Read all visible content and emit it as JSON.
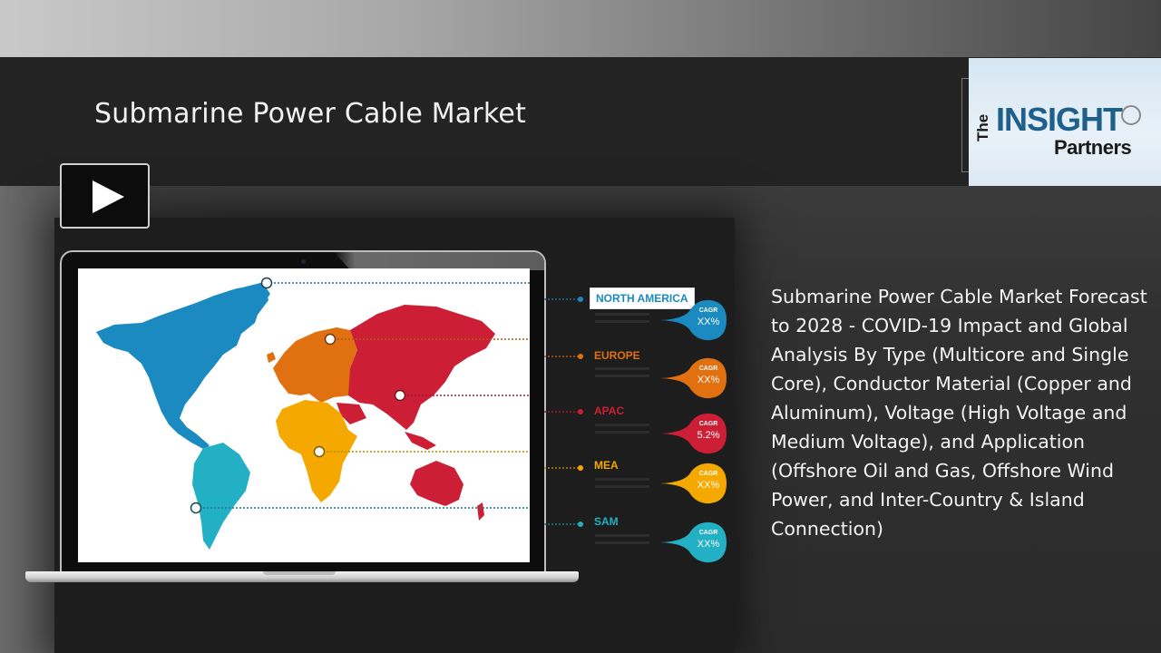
{
  "slide": {
    "title": "Submarine Power Cable Market",
    "description": "Submarine Power Cable Market Forecast to 2028 - COVID-19 Impact and Global Analysis By Type (Multicore and Single Core), Conductor Material (Copper and Aluminum), Voltage (High Voltage and Medium Voltage), and Application (Offshore Oil and Gas, Offshore Wind Power, and Inter-Country & Island Connection)",
    "play_button_icon": "play-icon"
  },
  "logo": {
    "the": "The",
    "insight": "INSIGHT",
    "partners": "Partners"
  },
  "map": {
    "regions": [
      {
        "name": "NORTH AMERICA",
        "cagr_label": "CAGR",
        "cagr_value": "XX%",
        "color": "#1b8ac0"
      },
      {
        "name": "EUROPE",
        "cagr_label": "CAGR",
        "cagr_value": "XX%",
        "color": "#e07010"
      },
      {
        "name": "APAC",
        "cagr_label": "CAGR",
        "cagr_value": "5.2%",
        "color": "#cc1f36"
      },
      {
        "name": "MEA",
        "cagr_label": "CAGR",
        "cagr_value": "XX%",
        "color": "#f5a800"
      },
      {
        "name": "SAM",
        "cagr_label": "CAGR",
        "cagr_value": "XX%",
        "color": "#23b0c4"
      }
    ]
  }
}
